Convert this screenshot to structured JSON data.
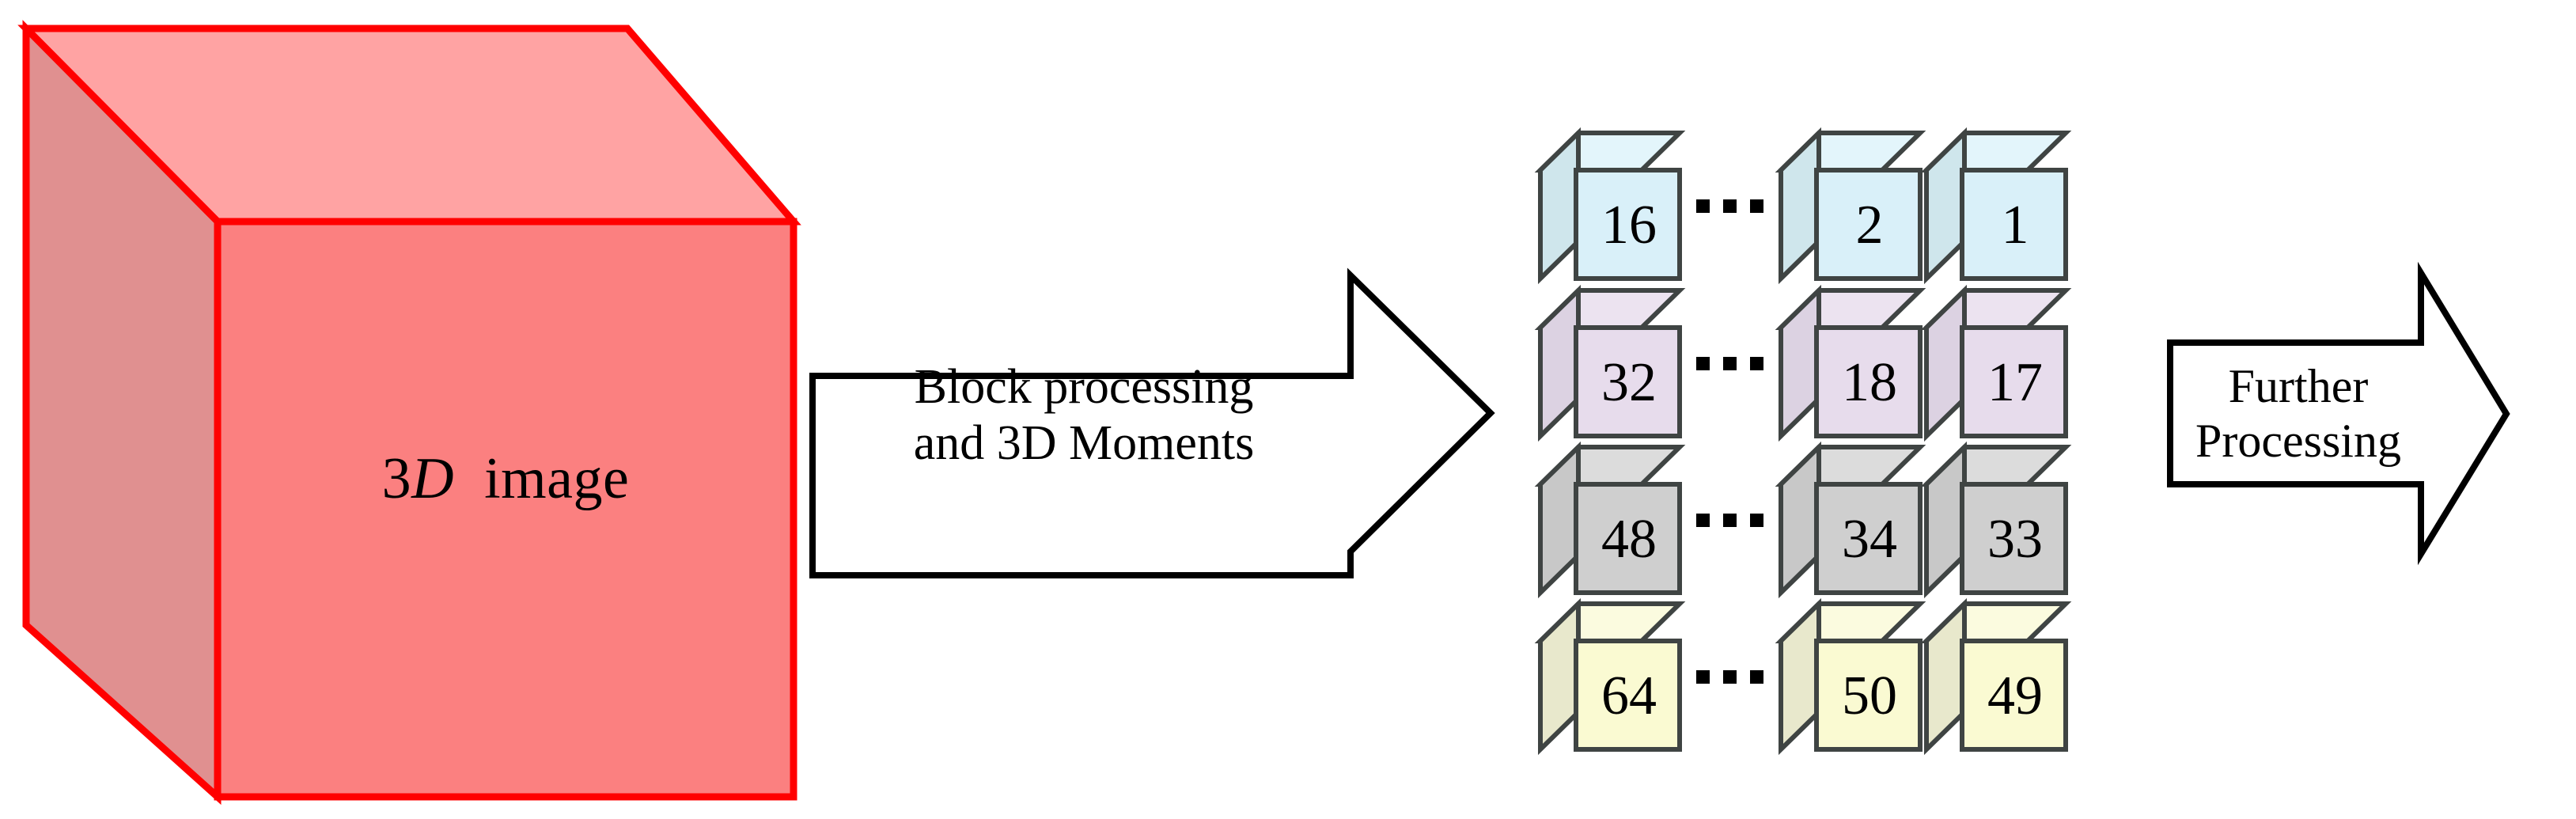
{
  "diagram": {
    "title": "3D image block processing pipeline",
    "background": "#ffffff"
  },
  "source_block": {
    "name": "3d-image-cube",
    "label_prefix": "3",
    "label_italic": "D",
    "label_suffix": "  image",
    "full_label": "3D  image",
    "colors": {
      "front": "#fb8080",
      "top": "#ffa3a3",
      "left": "#e09090",
      "outline": "#ff0000"
    }
  },
  "arrows": [
    {
      "name": "arrow-block-processing",
      "line1": "Block processing",
      "line2": "and 3D Moments",
      "outline": "#000000",
      "fill": "#ffffff"
    },
    {
      "name": "arrow-further-processing",
      "line1": "Further",
      "line2": "Processing",
      "outline": "#000000",
      "fill": "#ffffff"
    }
  ],
  "ellipsis_glyph": "...",
  "block_grid": {
    "name": "block-cube-grid",
    "rows": [
      {
        "name": "cube-row-blue",
        "colors": {
          "front": "#d9f0f9",
          "top": "#e3f5fb",
          "left": "#cfe6ec",
          "outline": "#3f4443"
        },
        "cells": [
          "16",
          "2",
          "1"
        ]
      },
      {
        "name": "cube-row-purple",
        "colors": {
          "front": "#e7dcec",
          "top": "#ece3f0",
          "left": "#dcd2e2",
          "outline": "#3f4443"
        },
        "cells": [
          "32",
          "18",
          "17"
        ]
      },
      {
        "name": "cube-row-gray",
        "colors": {
          "front": "#cfcfcf",
          "top": "#dcdcdc",
          "left": "#c8c8c8",
          "outline": "#3f4443"
        },
        "cells": [
          "48",
          "34",
          "33"
        ]
      },
      {
        "name": "cube-row-yellow",
        "colors": {
          "front": "#fafad2",
          "top": "#fbfbdf",
          "left": "#e8e8cc",
          "outline": "#3f4443"
        },
        "cells": [
          "64",
          "50",
          "49"
        ]
      }
    ]
  }
}
